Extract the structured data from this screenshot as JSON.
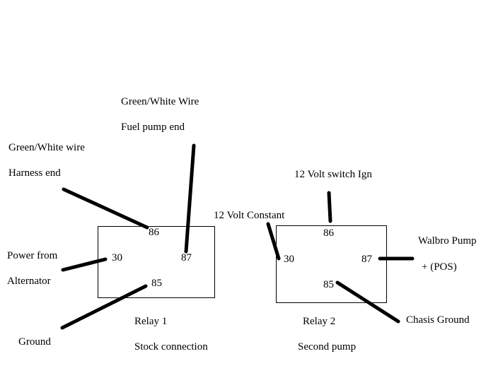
{
  "relay1": {
    "title": "Relay 1",
    "subtitle": "Stock connection",
    "pins": {
      "p86": "86",
      "p30": "30",
      "p87": "87",
      "p85": "85"
    },
    "labels": {
      "harness_line1": "Green/White wire",
      "harness_line2": "Harness end",
      "fuel_line1": "Green/White Wire",
      "fuel_line2": "Fuel pump end",
      "power_line1": "Power from",
      "power_line2": "Alternator",
      "ground": "Ground"
    }
  },
  "relay2": {
    "title": "Relay 2",
    "subtitle": "Second pump",
    "pins": {
      "p86": "86",
      "p30": "30",
      "p87": "87",
      "p85": "85"
    },
    "labels": {
      "switch_ign": "12 Volt switch Ign",
      "constant": "12 Volt Constant",
      "pump_line1": "Walbro Pump",
      "pump_line2": "+ (POS)",
      "chassis_ground": "Chasis Ground"
    }
  },
  "connections": [
    {
      "from": "Green/White wire Harness end",
      "to": "Relay 1 pin 86"
    },
    {
      "from": "Green/White Wire Fuel pump end",
      "to": "Relay 1 pin 87"
    },
    {
      "from": "Power from Alternator",
      "to": "Relay 1 pin 30"
    },
    {
      "from": "Ground",
      "to": "Relay 1 pin 85"
    },
    {
      "from": "12 Volt switch Ign",
      "to": "Relay 2 pin 86"
    },
    {
      "from": "12 Volt Constant",
      "to": "Relay 2 pin 30"
    },
    {
      "from": "Relay 2 pin 87",
      "to": "Walbro Pump + (POS)"
    },
    {
      "from": "Relay 2 pin 85",
      "to": "Chasis Ground"
    }
  ]
}
